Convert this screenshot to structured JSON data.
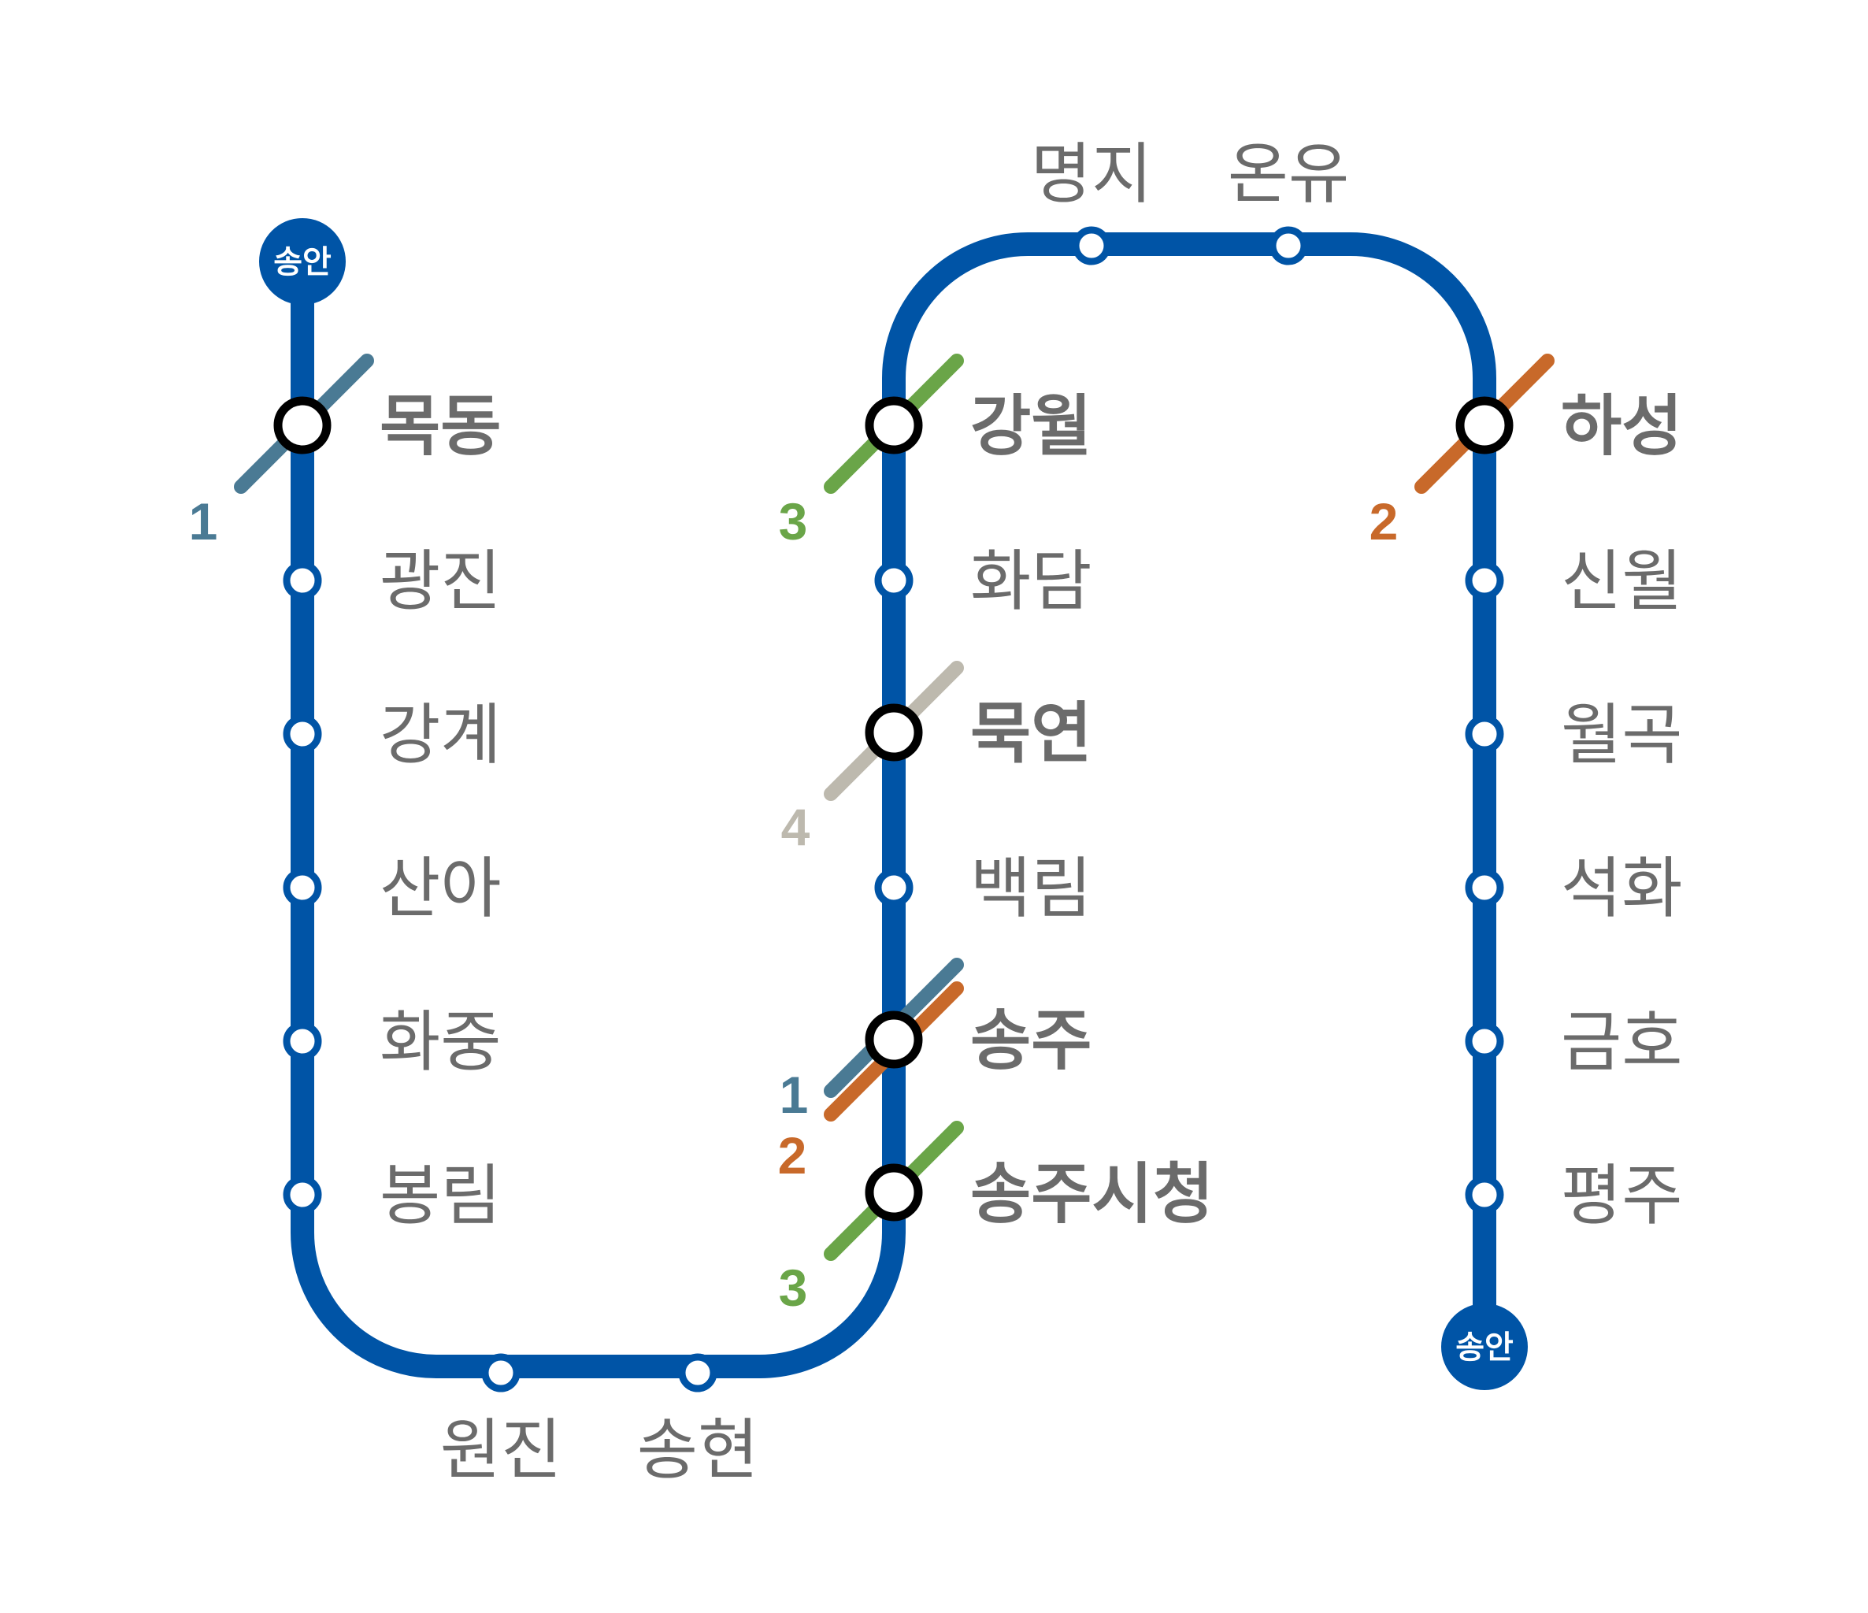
{
  "colors": {
    "main_line": "#0054A6",
    "line_1": "#4A7A94",
    "line_2": "#C8692A",
    "line_3": "#6AA548",
    "line_4": "#BDB9AE",
    "label": "#6B6B6B",
    "transfer_ring": "#000000",
    "station_fill": "#FFFFFF"
  },
  "terminals": [
    {
      "id": "start",
      "label": "송안"
    },
    {
      "id": "end",
      "label": "송안"
    }
  ],
  "stations": [
    {
      "id": "mokdong",
      "label": "목동",
      "transfer": true,
      "lines": [
        "1"
      ]
    },
    {
      "id": "gwangjin",
      "label": "광진",
      "transfer": false,
      "lines": []
    },
    {
      "id": "ganggye",
      "label": "강계",
      "transfer": false,
      "lines": []
    },
    {
      "id": "sana",
      "label": "산아",
      "transfer": false,
      "lines": []
    },
    {
      "id": "hwajung",
      "label": "화중",
      "transfer": false,
      "lines": []
    },
    {
      "id": "bongrim",
      "label": "봉림",
      "transfer": false,
      "lines": []
    },
    {
      "id": "wonjin",
      "label": "원진",
      "transfer": false,
      "lines": []
    },
    {
      "id": "songhyeon",
      "label": "송현",
      "transfer": false,
      "lines": []
    },
    {
      "id": "songju-cityhall",
      "label": "송주시청",
      "transfer": true,
      "lines": [
        "3"
      ]
    },
    {
      "id": "songju",
      "label": "송주",
      "transfer": true,
      "lines": [
        "1",
        "2"
      ]
    },
    {
      "id": "baekrim",
      "label": "백림",
      "transfer": false,
      "lines": []
    },
    {
      "id": "mugyeon",
      "label": "묵연",
      "transfer": true,
      "lines": [
        "4"
      ]
    },
    {
      "id": "hwadam",
      "label": "화담",
      "transfer": false,
      "lines": []
    },
    {
      "id": "gangwol",
      "label": "강월",
      "transfer": true,
      "lines": [
        "3"
      ]
    },
    {
      "id": "myeongji",
      "label": "명지",
      "transfer": false,
      "lines": []
    },
    {
      "id": "onyu",
      "label": "온유",
      "transfer": false,
      "lines": []
    },
    {
      "id": "haseong",
      "label": "하성",
      "transfer": true,
      "lines": [
        "2"
      ]
    },
    {
      "id": "sinwol",
      "label": "신월",
      "transfer": false,
      "lines": []
    },
    {
      "id": "wolgok",
      "label": "월곡",
      "transfer": false,
      "lines": []
    },
    {
      "id": "seokhwa",
      "label": "석화",
      "transfer": false,
      "lines": []
    },
    {
      "id": "geumho",
      "label": "금호",
      "transfer": false,
      "lines": []
    },
    {
      "id": "pyeongju",
      "label": "평주",
      "transfer": false,
      "lines": []
    }
  ]
}
